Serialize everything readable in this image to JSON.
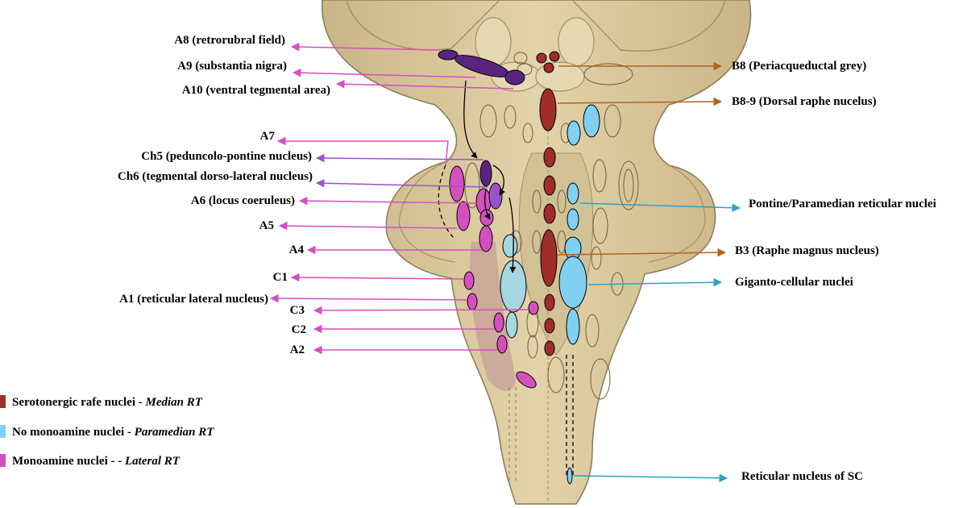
{
  "colors": {
    "pink": "#d64fbf",
    "purple": "#5a2580",
    "violet": "#9a52cc",
    "red": "#a02c2c",
    "blue": "#80d0f2",
    "cyanArrow": "#2aa3c6",
    "orange": "#b4621c",
    "brain": "#d9c79b"
  },
  "left_labels": [
    {
      "id": "a8",
      "text": "A8 (retrorubral field)",
      "color": "pink"
    },
    {
      "id": "a9",
      "text": "A9 (substantia nigra)",
      "color": "pink"
    },
    {
      "id": "a10",
      "text": "A10 (ventral tegmental area)",
      "color": "pink"
    },
    {
      "id": "a7",
      "text": "A7",
      "color": "pink"
    },
    {
      "id": "ch5",
      "text": "Ch5 (peduncolo-pontine nucleus)",
      "color": "violet"
    },
    {
      "id": "ch6",
      "text": "Ch6 (tegmental dorso-lateral nucleus)",
      "color": "violet"
    },
    {
      "id": "a6",
      "text": "A6 (locus coeruleus)",
      "color": "pink"
    },
    {
      "id": "a5",
      "text": "A5",
      "color": "pink"
    },
    {
      "id": "a4",
      "text": "A4",
      "color": "pink"
    },
    {
      "id": "c1",
      "text": "C1",
      "color": "pink"
    },
    {
      "id": "a1",
      "text": "A1 (reticular lateral nucleus)",
      "color": "pink"
    },
    {
      "id": "c3",
      "text": "C3",
      "color": "pink"
    },
    {
      "id": "c2",
      "text": "C2",
      "color": "pink"
    },
    {
      "id": "a2",
      "text": "A2",
      "color": "pink"
    }
  ],
  "right_labels": [
    {
      "id": "b8",
      "text": "B8 (Periacqueductal grey)",
      "color": "orange"
    },
    {
      "id": "b89",
      "text": "B8-9 (Dorsal raphe nucelus)",
      "color": "orange"
    },
    {
      "id": "pontine",
      "text": "Pontine/Paramedian reticular nuclei",
      "color": "cyanArrow"
    },
    {
      "id": "b3",
      "text": "B3 (Raphe magnus nucleus)",
      "color": "orange"
    },
    {
      "id": "giganto",
      "text": "Giganto-cellular nuclei",
      "color": "cyanArrow"
    },
    {
      "id": "sc",
      "text": "Reticular nucleus of SC",
      "color": "cyanArrow"
    }
  ],
  "legend": [
    {
      "id": "serotonergic",
      "text": "Serotonergic rafe nuclei - ",
      "italic": "Median RT",
      "color": "red"
    },
    {
      "id": "nomono",
      "text": "No monoamine nuclei - ",
      "italic": "Paramedian RT",
      "color": "blue"
    },
    {
      "id": "mono",
      "text": "Monoamine nuclei - - ",
      "italic": "Lateral RT",
      "color": "pink"
    }
  ]
}
